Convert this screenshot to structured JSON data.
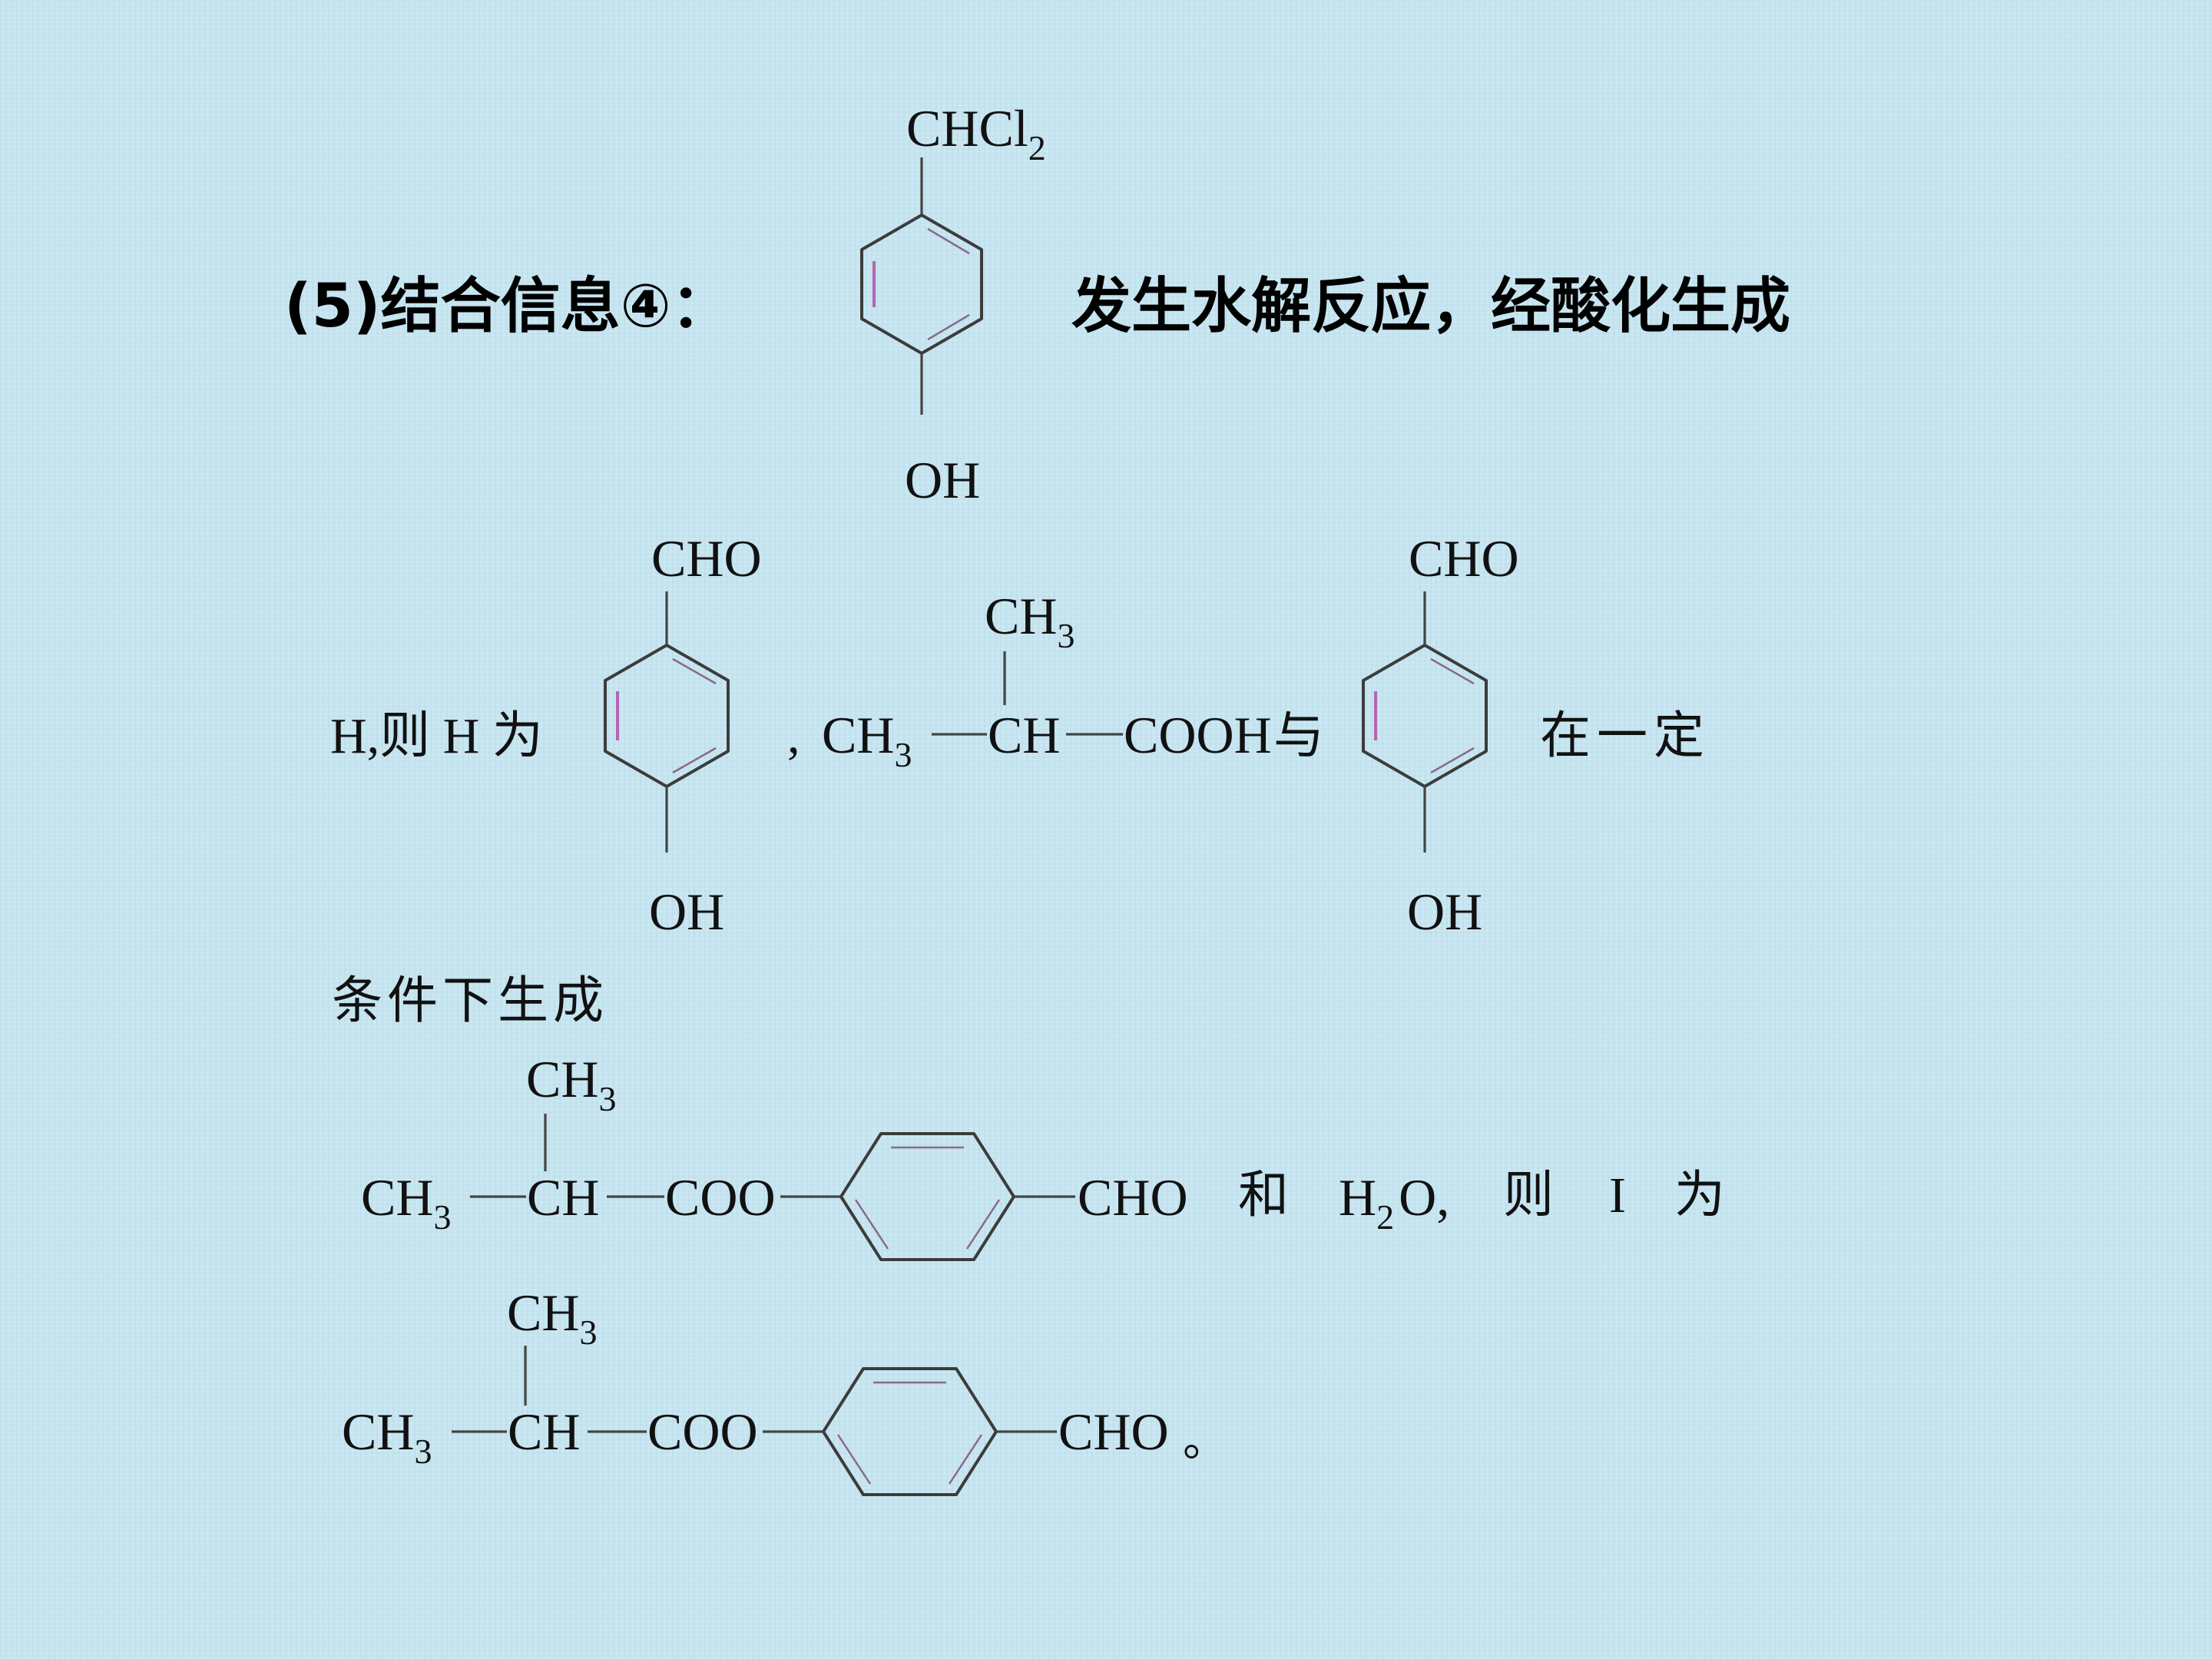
{
  "step_text": {
    "label": "(5)结合信息④：",
    "tail": "发生水解反应，经酸化生成"
  },
  "reactant": {
    "top": "CHCl",
    "top_sub": "2",
    "bottom": "OH"
  },
  "line2": {
    "lead": "H,则 H 为",
    "aldehyde_top": "CHO",
    "aldehyde_bottom": "OH",
    "comma": ",",
    "acid_ch3_top": "CH",
    "acid_ch3_top_sub": "3",
    "acid_ch3": "CH",
    "acid_ch3_sub": "3",
    "acid_ch": "CH",
    "acid_cooh": "COOH",
    "and": "与",
    "aldehyde2_top": "CHO",
    "aldehyde2_bottom": "OH",
    "tail": "在一定"
  },
  "line3": {
    "text": "条件下生成"
  },
  "product1": {
    "ch3_top": "CH",
    "ch3_top_sub": "3",
    "ch3": "CH",
    "ch3_sub": "3",
    "ch": "CH",
    "coo": "COO",
    "cho": "CHO",
    "and": "和",
    "water_h": "H",
    "water_sub": "2",
    "water_o": "O,",
    "then": "则",
    "i": "I",
    "is": "为"
  },
  "product2": {
    "ch3_top": "CH",
    "ch3_top_sub": "3",
    "ch3": "CH",
    "ch3_sub": "3",
    "ch": "CH",
    "coo": "COO",
    "cho": "CHO",
    "period": "。"
  }
}
